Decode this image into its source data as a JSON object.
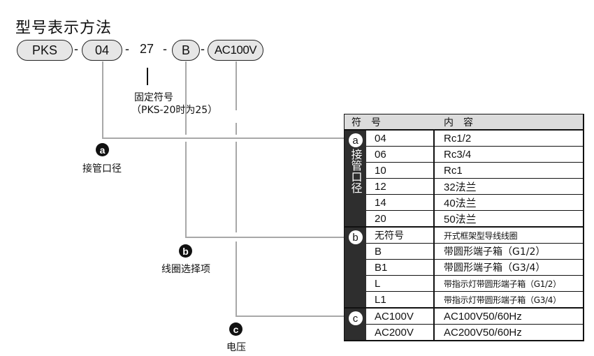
{
  "title": "型号表示方法",
  "model_code": {
    "parts": [
      {
        "value": "PKS",
        "kind": "pill"
      },
      {
        "value": "04",
        "kind": "pill",
        "callout": "a"
      },
      {
        "value": "27",
        "kind": "fixed"
      },
      {
        "value": "B",
        "kind": "pill",
        "callout": "b"
      },
      {
        "value": "AC100V",
        "kind": "pill",
        "callout": "c"
      }
    ],
    "separator": "-",
    "fixed_note": {
      "line1": "固定符号",
      "line2": "（PKS-20时为25）"
    }
  },
  "callouts": [
    {
      "letter": "a",
      "label": "接管口径"
    },
    {
      "letter": "b",
      "label": "线圈选择项"
    },
    {
      "letter": "c",
      "label": "电压"
    }
  ],
  "table": {
    "header": {
      "symbol": "符　号",
      "content": "内　容"
    },
    "sections": [
      {
        "letter": "a",
        "side_label": "接管口径",
        "rows": [
          {
            "code": "04",
            "desc": "Rc1/2"
          },
          {
            "code": "06",
            "desc": "Rc3/4"
          },
          {
            "code": "10",
            "desc": "Rc1"
          },
          {
            "code": "12",
            "desc": "32法兰"
          },
          {
            "code": "14",
            "desc": "40法兰"
          },
          {
            "code": "20",
            "desc": "50法兰"
          }
        ]
      },
      {
        "letter": "b",
        "side_label": "",
        "rows": [
          {
            "code": "无符号",
            "desc": "开式框架型导线线圈"
          },
          {
            "code": "B",
            "desc": "带圆形端子箱（G1/2）"
          },
          {
            "code": "B1",
            "desc": "带圆形端子箱（G3/4）"
          },
          {
            "code": "L",
            "desc": "带指示灯带圆形端子箱（G1/2）"
          },
          {
            "code": "L1",
            "desc": "带指示灯带圆形端子箱（G3/4）"
          }
        ]
      },
      {
        "letter": "c",
        "side_label": "",
        "rows": [
          {
            "code": "AC100V",
            "desc": "AC100V50/60Hz"
          },
          {
            "code": "AC200V",
            "desc": "AC200V50/60Hz"
          }
        ]
      }
    ]
  }
}
